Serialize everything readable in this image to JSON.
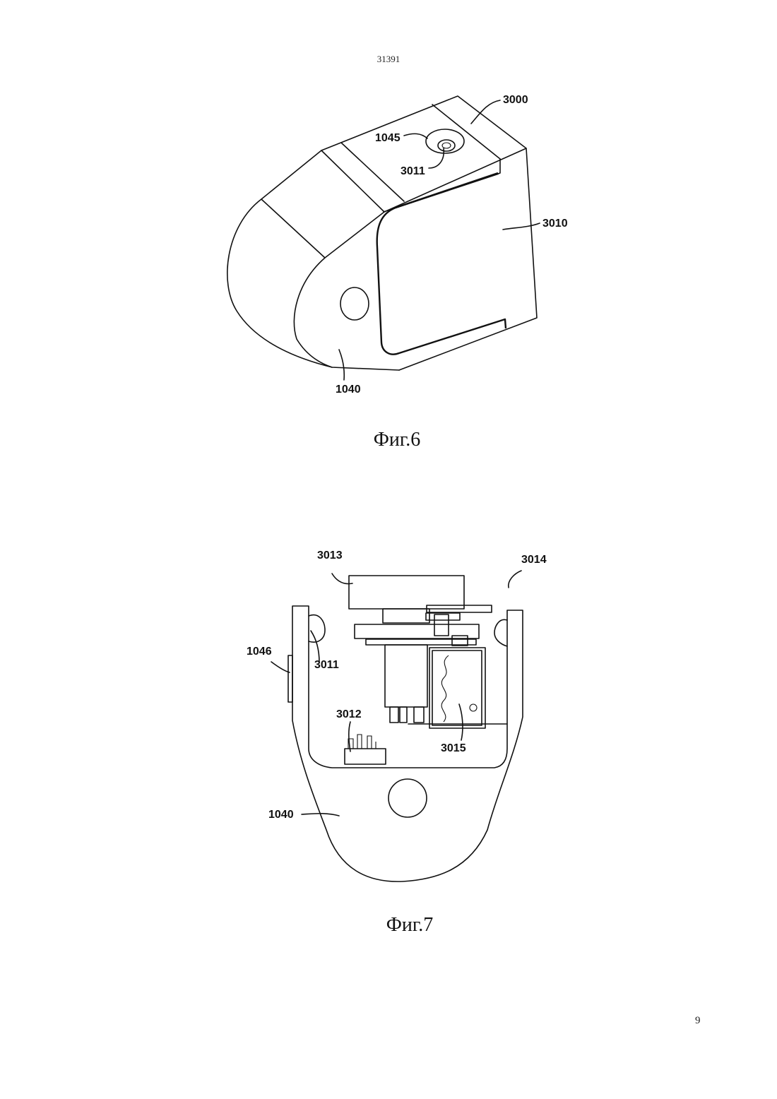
{
  "header": {
    "doc_number": "31391"
  },
  "footer": {
    "page_number": "9"
  },
  "figure6": {
    "caption": "Фиг.6",
    "labels": {
      "l3000": "3000",
      "l1045": "1045",
      "l3011": "3011",
      "l3010": "3010",
      "l1040": "1040"
    }
  },
  "figure7": {
    "caption": "Фиг.7",
    "labels": {
      "l3013": "3013",
      "l3014": "3014",
      "l1046": "1046",
      "l3011": "3011",
      "l3012": "3012",
      "l3015": "3015",
      "l1040": "1040"
    }
  }
}
